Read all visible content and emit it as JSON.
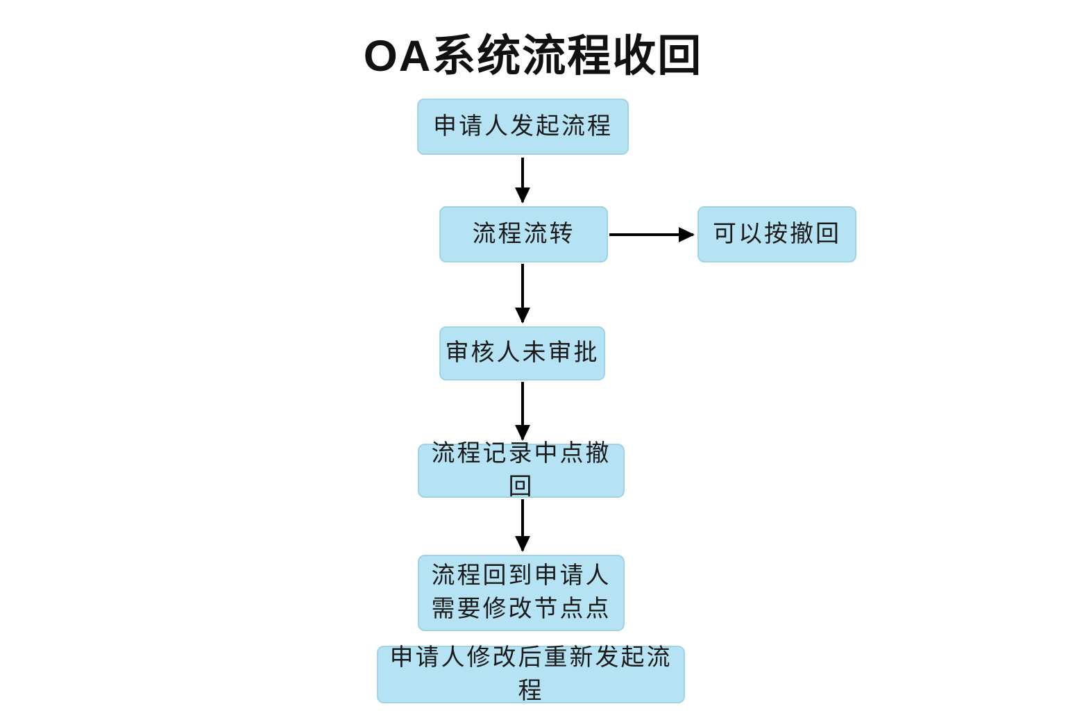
{
  "diagram": {
    "title": "OA系统流程收回",
    "nodes": [
      {
        "id": "node-initiate",
        "label": "申请人发起流程"
      },
      {
        "id": "node-flow",
        "label": "流程流转"
      },
      {
        "id": "node-can-withdraw",
        "label": "可以按撤回"
      },
      {
        "id": "node-unapproved",
        "label": "审核人未审批"
      },
      {
        "id": "node-click-withdraw",
        "label": "流程记录中点撤回"
      },
      {
        "id": "node-return",
        "label_line1": "流程回到申请人",
        "label_line2": "需要修改节点点"
      },
      {
        "id": "node-restart",
        "label": "申请人修改后重新发起流程"
      }
    ],
    "edges": [
      {
        "from": "申请人发起流程",
        "to": "流程流转",
        "direction": "down"
      },
      {
        "from": "流程流转",
        "to": "可以按撤回",
        "direction": "right"
      },
      {
        "from": "流程流转",
        "to": "审核人未审批",
        "direction": "down"
      },
      {
        "from": "审核人未审批",
        "to": "流程记录中点撤回",
        "direction": "down"
      },
      {
        "from": "流程记录中点撤回",
        "to": "流程回到申请人 需要修改节点点",
        "direction": "down"
      }
    ],
    "colors": {
      "background": "#ffffff",
      "node_fill": "#b6e3f4",
      "node_border": "#9fd3e6",
      "arrow": "#000000",
      "text": "#1a1a1a"
    }
  }
}
